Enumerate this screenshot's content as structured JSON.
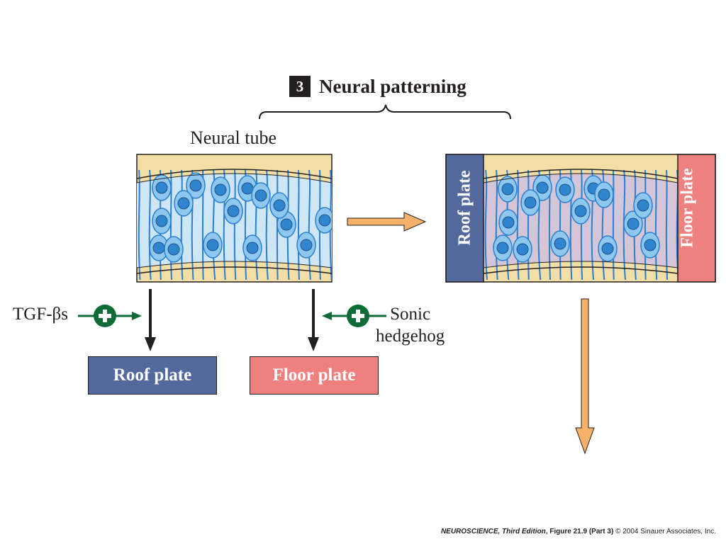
{
  "heading": {
    "step_number": "3",
    "title": "Neural patterning"
  },
  "labels": {
    "neural_tube": "Neural tube",
    "tgf": "TGF-βs",
    "sonic_line1": "Sonic",
    "sonic_line2": "hedgehog"
  },
  "boxes": {
    "roof_plate": "Roof plate",
    "floor_plate": "Floor plate"
  },
  "right_tube": {
    "roof_plate": "Roof plate",
    "floor_plate": "Floor plate"
  },
  "caption": {
    "title": "NEUROSCIENCE, Third Edition",
    "figure": ", Figure 21.9 (Part 3)",
    "copyright": "  © 2004 Sinauer Associates, Inc."
  },
  "colors": {
    "tube_tan": "#f3dfa5",
    "cell_blue": "#8ec8ef",
    "nucleus_blue": "#2f86cf",
    "roof_blue": "#53689c",
    "floor_pink": "#ee8080",
    "signal_green": "#0c6b37",
    "arrow_orange": "#f6b26b",
    "arrow_black": "#231f20"
  },
  "icons": {
    "activator": "plus-circle-icon"
  }
}
